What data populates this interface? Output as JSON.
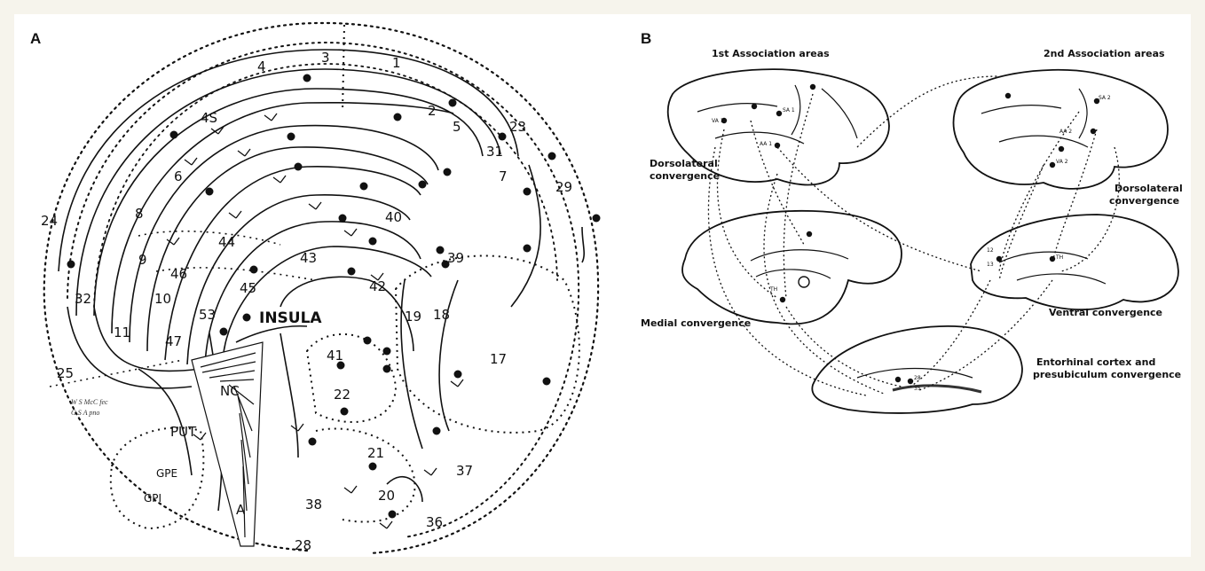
{
  "panel_a": {
    "letter": "A",
    "areas": {
      "a1": "1",
      "a2": "2",
      "a3": "3",
      "a4": "4",
      "a5": "5",
      "a6": "6",
      "a7": "7",
      "a8": "8",
      "a9": "9",
      "a10": "10",
      "a11": "11",
      "a17": "17",
      "a18": "18",
      "a19": "19",
      "a20": "20",
      "a21": "21",
      "a22": "22",
      "a23": "23",
      "a24": "24",
      "a25": "25",
      "a28": "28",
      "a29": "29",
      "a31": "31",
      "a32": "32",
      "a36": "36",
      "a37": "37",
      "a38": "38",
      "a39": "39",
      "a40": "40",
      "a41": "41",
      "a42": "42",
      "a43": "43",
      "a44": "44",
      "a45": "45",
      "a45s": "4S",
      "a46": "46",
      "a47": "47",
      "a53": "53",
      "insula": "INSULA",
      "nc": "NC",
      "put": "PUT",
      "gpe": "GPE",
      "gpi": "GPI",
      "amyg": "A"
    },
    "signature": [
      "W S McC fec",
      "G S A pno"
    ]
  },
  "panel_b": {
    "letter": "B",
    "first_assoc": "1st Association areas",
    "second_assoc": "2nd Association areas",
    "dorsolateral_left": [
      "Dorsolateral",
      "convergence"
    ],
    "dorsolateral_right": [
      "Dorsolateral",
      "convergence"
    ],
    "medial": "Medial convergence",
    "ventral": "Ventral convergence",
    "entorhinal": [
      "Entorhinal cortex and",
      "presubiculum convergence"
    ],
    "small_labels": {
      "va1": "VA 1",
      "sa1": "SA 1",
      "aa1": "AA 1",
      "sa2": "SA 2",
      "aa2": "AA 2",
      "va2": "VA 2",
      "th_left": "TH",
      "th_right": "TH",
      "n12": "12",
      "n13": "13",
      "n28": "28",
      "n35": "35"
    }
  }
}
